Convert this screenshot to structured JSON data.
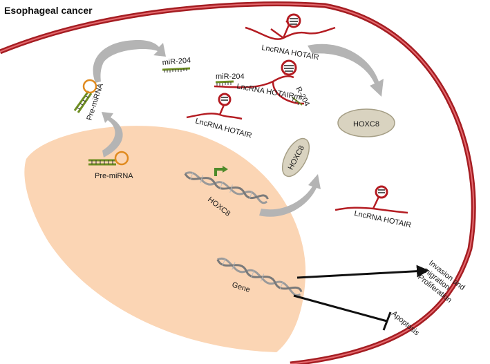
{
  "title": "Esophageal cancer",
  "labels": {
    "mir204_top": "miR-204",
    "mir204_mid": "miR-204",
    "premirna_cyto": "Pre-miRNA",
    "premirna_nuc": "Pre-miRNA",
    "hotair_top": "LncRNA HOTAIR",
    "hotair_mid": "LncRNA HOTAIRmi",
    "hotair_mid_extra": "R-204",
    "hotair_left": "LncRNA HOTAIR",
    "hotair_right": "LncRNA HOTAIR",
    "hoxc8_protein_cyto": "HOXC8",
    "hoxc8_protein_nuc": "HOXC8",
    "hoxc8_gene": "HOXC8",
    "gene": "Gene",
    "outcome_line1": "Invasion and",
    "outcome_line2": "migration",
    "outcome_line3": "Proliferation",
    "apoptosis": "Apoptosis"
  },
  "colors": {
    "membrane": "#a51d22",
    "nucleus": "#fbd5b4",
    "lncrna": "#b41c22",
    "mirna_green": "#6e8e22",
    "loop_orange": "#e08a1e",
    "arrow_grey": "#b4b4b4",
    "protein_fill": "#d9d3c0",
    "dna_grey": "#9a9a9a"
  }
}
